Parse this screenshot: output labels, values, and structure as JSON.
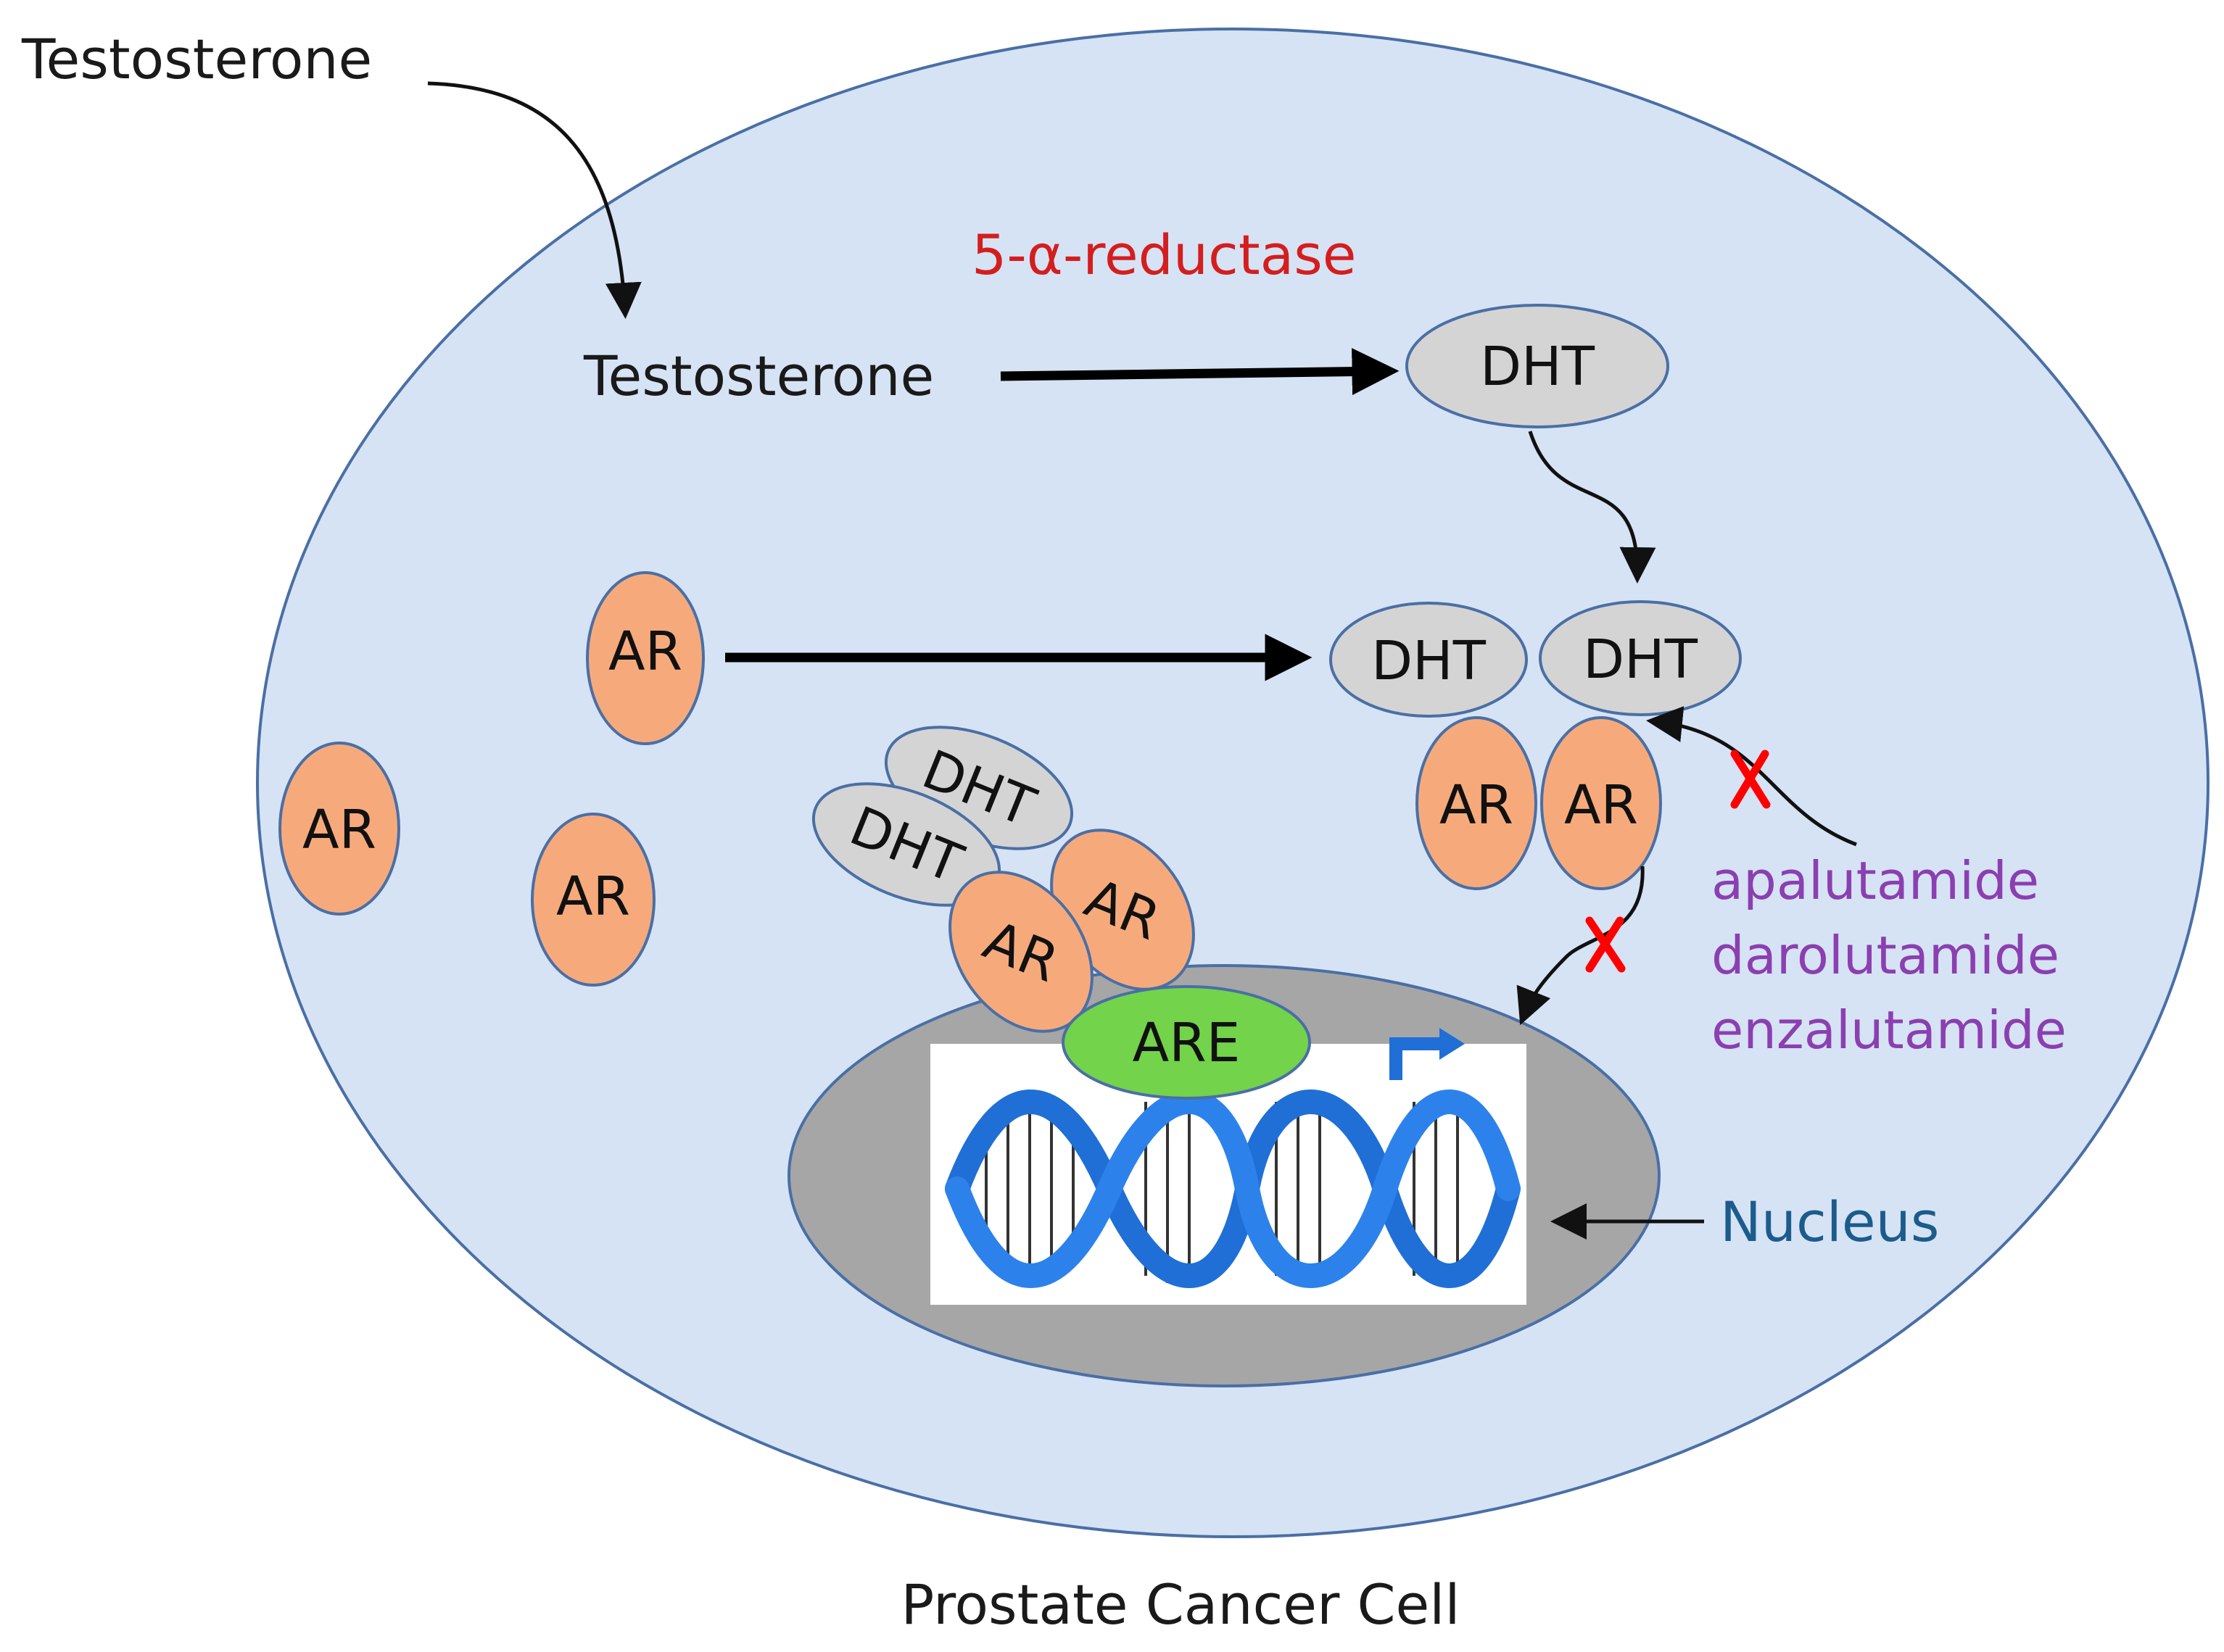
{
  "labels": {
    "testosterone_outside": "Testosterone",
    "enzyme": "5-α-reductase",
    "testosterone_inside": "Testosterone",
    "nucleus": "Nucleus",
    "cell_caption": "Prostate Cancer Cell"
  },
  "nodes": {
    "dht": "DHT",
    "ar": "AR",
    "are": "ARE"
  },
  "drugs": [
    "apalutamide",
    "darolutamide",
    "enzalutamide"
  ],
  "colors": {
    "cell_fill": "#d6e3f5",
    "nucleus_fill": "#a6a6a6",
    "ar_fill": "#f6aa7c",
    "dht_fill": "#d4d4d4",
    "are_fill": "#73d34a",
    "dna_blue": "#1f6fd6",
    "enzyme_text": "#d41e1e",
    "drug_text": "#8b3fb0",
    "nucleus_text": "#1c5c8c",
    "inhibition_mark": "#ff0000"
  },
  "icons": {
    "inhibition": "x-mark-icon",
    "transcription": "transcription-start-arrow-icon",
    "dna": "dna-double-helix-icon"
  }
}
